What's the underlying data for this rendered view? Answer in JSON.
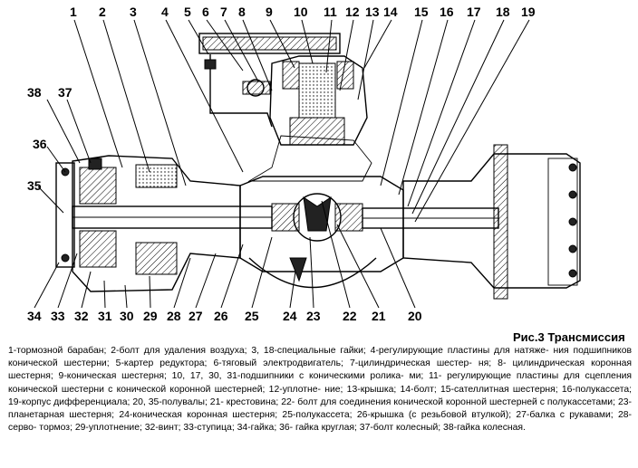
{
  "figure": {
    "title": "Рис.3 Трансмиссия",
    "callouts_top": [
      "1",
      "2",
      "3",
      "4",
      "5",
      "6",
      "7",
      "8",
      "9",
      "10",
      "11",
      "12",
      "13",
      "14",
      "15",
      "16",
      "17",
      "18",
      "19"
    ],
    "callouts_left": [
      "38",
      "37",
      "36",
      "35"
    ],
    "callouts_bottom": [
      "34",
      "33",
      "32",
      "31",
      "30",
      "29",
      "28",
      "27",
      "26",
      "25",
      "24",
      "23",
      "22",
      "21",
      "20"
    ]
  },
  "caption": {
    "lines": [
      "1-тормозной барабан; 2-болт для удаления воздуха; 3, 18-специальные гайки; 4-регулирующие пластины для натяже-",
      "ния подшипников конической шестерни; 5-картер редуктора; 6-тяговый электродвигатель; 7-цилиндрическая шестер-",
      "ня; 8- цилиндрическая коронная шестерня;  9-коническая шестерня; 10, 17, 30, 31-подшипники с коническими ролика-",
      "ми; 11- регулирующие пластины для сцепления конической шестерни с конической коронной шестерней; 12-уплотне-",
      "ние; 13-крышка; 14-болт;  15-сателлитная шестерня; 16-полукассета; 19-корпус дифференциала; 20, 35-полувалы; 21-",
      "крестовина; 22- болт для соединения   конической коронной шестерней с полукассетами; 23-планетарная шестерня;",
      "24-коническая коронная шестерня; 25-полукассета; 26-крышка (с резьбовой втулкой); 27-балка с рукавами; 28-серво-",
      "тормоз; 29-уплотнение; 32-винт; 33-ступица; 34-гайка; 36- гайка круглая; 37-болт колесный; 38-гайка колесная."
    ]
  }
}
